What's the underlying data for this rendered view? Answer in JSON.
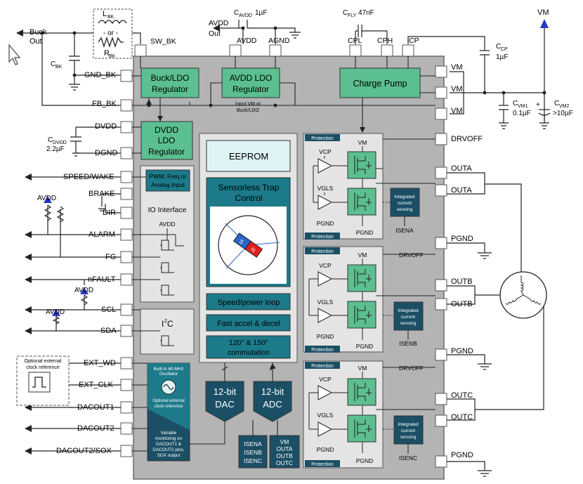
{
  "colors": {
    "chip": "#b4b4b4",
    "chip_border": "#6a6a6a",
    "block_green": "#5bbf8f",
    "block_teal": "#1d7a8a",
    "block_navy": "#1b4f66",
    "light_teal": "#dff2f4",
    "panel_gray": "#e4e4e4",
    "wire": "#222222",
    "vm_arrow": "#2a36c8"
  },
  "top": {
    "lbk": "L",
    "lbk_sub": "BK",
    "or": "- or -",
    "rbk": "R",
    "rbk_sub": "BK",
    "sw_bk": "SW_BK",
    "cavdd": "C",
    "cavdd_sub": "AVDD",
    "cavdd_val": "1µF",
    "avdd_out": "AVDD",
    "avdd_out2": "Out",
    "avdd_pin": "AVDD",
    "agnd_pin": "AGND",
    "cfly": "C",
    "cfly_sub": "FLY",
    "cfly_val": "47nF",
    "cpl": "CPL",
    "cph": "CPH",
    "cp": "CP",
    "vm": "VM",
    "ccp": "C",
    "ccp_sub": "CP",
    "ccp_val": "1µF",
    "cvm1": "C",
    "cvm1_sub": "VM1",
    "cvm1_val": "0.1µF",
    "cvm2": "C",
    "cvm2_sub": "VM2",
    "cvm2_val": ">10µF",
    "plus": "+"
  },
  "left": {
    "buck_out1": "Buck",
    "buck_out2": "Out",
    "cbk": "C",
    "cbk_sub": "BK",
    "gnd_bk": "GND_BK",
    "fb_bk": "FB_BK",
    "dvdd": "DVDD",
    "cdvdd": "C",
    "cdvdd_sub": "DVDD",
    "cdvdd_val": "2.2µF",
    "dgnd": "DGND",
    "speed": "SPEED/WAKE",
    "brake": "BRAKE",
    "dir": "DIR",
    "avdd1": "AVDD",
    "alarm": "ALARM",
    "fg": "FG",
    "nfault": "nFAULT",
    "avdd2": "AVDD",
    "avdd3": "AVDD",
    "scl": "SCL",
    "sda": "SDA",
    "osc1": "Optional external",
    "osc2": "clock reference",
    "ext_wd": "EXT_WD",
    "ext_clk": "EXT_CLK",
    "dacout1": "DACOUT1",
    "dacout2": "DACOUT2",
    "dacout2sox": "DACOUT2/SOX"
  },
  "blocks": {
    "buck1": "Buck/LDO",
    "buck2": "Regulator",
    "avddreg1": "AVDD LDO",
    "avddreg2": "Regulator",
    "input_note1": "Input VM or",
    "input_note2": "Buck/LDO",
    "charge_pump": "Charge Pump",
    "dvdd1": "DVDD",
    "dvdd2": "LDO",
    "dvdd3": "Regulator",
    "pwm1": "PWM, Freq or",
    "pwm2": "Analog Input",
    "io": "IO Interface",
    "io_avdd": "AVDD",
    "i2c": "I",
    "i2c_sup": "2",
    "i2c_c": "C",
    "eeprom": "EEPROM",
    "sensorless1": "Sensorless Trap",
    "sensorless2": "Control",
    "mag_s": "S",
    "mag_n": "N",
    "speed_loop": "Speed/power loop",
    "fast_accel": "Fast accel & decel",
    "commut1": "120° & 150°",
    "commut2": "commutation",
    "osc_t1": "Built-in 60-MHz",
    "osc_t2": "Oscillator",
    "osc_o1": "Optional external",
    "osc_o2": "clock reference",
    "var1": "Variable",
    "var2": "monitoring on",
    "var3": "DACOUT1 &",
    "var4": "DACOUT2 pins,",
    "var5": "SOX output",
    "dac1": "12-bit",
    "dac2": "DAC",
    "adc1": "12-bit",
    "adc2": "ADC",
    "isen1": "ISENA",
    "isen2": "ISENB",
    "isen3": "ISENC",
    "vmo1": "VM",
    "vmo2": "OUTA",
    "vmo3": "OUTB",
    "vmo4": "OUTC"
  },
  "phase": {
    "protection": "Protection",
    "vm": "VM",
    "vcp": "VCP",
    "vgls": "VGLS",
    "pgnd": "PGND",
    "cs1": "Integrated",
    "cs2": "current",
    "cs3": "sensing",
    "drvoff": "DRVOFF",
    "isena": "ISENA",
    "isenb": "ISENB",
    "isenc": "ISENC"
  },
  "right": {
    "vm1": "VM",
    "vm2": "VM",
    "vm3": "VM",
    "drvoff": "DRVOFF",
    "outa1": "OUTA",
    "outa2": "OUTA",
    "pgnd1": "PGND",
    "outb1": "OUTB",
    "outb2": "OUTB",
    "pgnd2": "PGND",
    "outc1": "OUTC",
    "outc2": "OUTC",
    "pgnd3": "PGND"
  }
}
